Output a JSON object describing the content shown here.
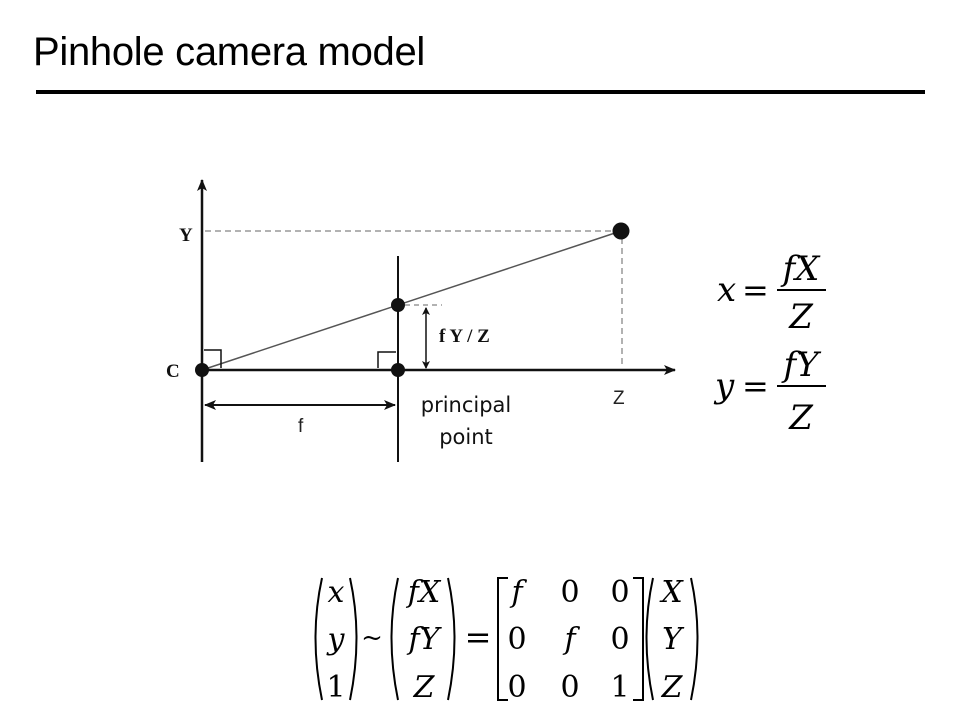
{
  "slide": {
    "title": "Pinhole camera model"
  },
  "diagram": {
    "labels": {
      "y_axis": "Y",
      "z_axis": "Z",
      "center": "C",
      "focal": "f",
      "projection": "f Y / Z",
      "principal_line1": "principal",
      "principal_line2": "point"
    }
  },
  "equations": {
    "x_lhs": "x",
    "x_num": "fX",
    "x_den": "Z",
    "y_lhs": "y",
    "y_num": "fY",
    "y_den": "Z",
    "equals": "="
  },
  "matrix_eq": {
    "vec1": [
      "x",
      "y",
      "1"
    ],
    "sim": "~",
    "vec2": [
      "fX",
      "fY",
      "Z"
    ],
    "equals": "=",
    "matrix": [
      [
        "f",
        "0",
        "0"
      ],
      [
        "0",
        "f",
        "0"
      ],
      [
        "0",
        "0",
        "1"
      ]
    ],
    "vec3": [
      "X",
      "Y",
      "Z"
    ]
  }
}
